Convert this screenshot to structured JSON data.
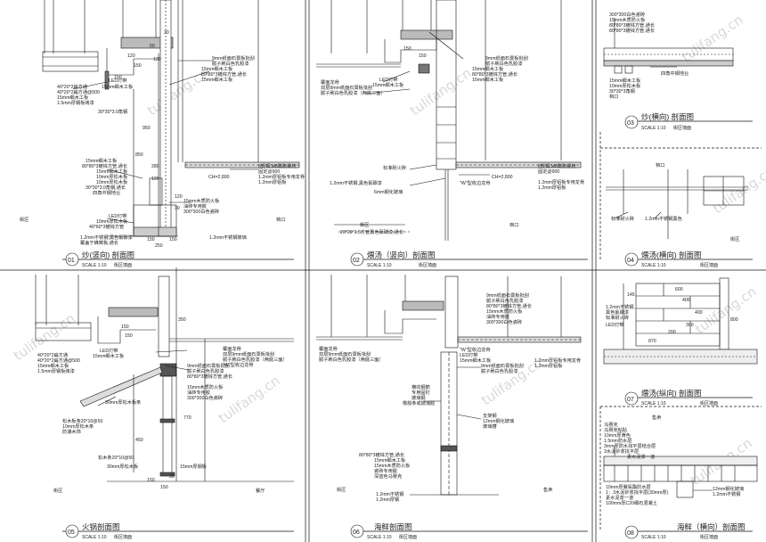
{
  "watermark": "tulifang.cn",
  "panels": [
    {
      "num": "01",
      "title": "炒(竖向) 剖面图",
      "scale": "SCALE 1:10",
      "zone": "街区墙面"
    },
    {
      "num": "02",
      "title": "煨汤（竖向）剖面图",
      "scale": "SCALE 1:10",
      "zone": "街区墙面"
    },
    {
      "num": "03",
      "title": "炒(横向) 剖面图",
      "scale": "SCALE 1:10",
      "zone": "街区墙面"
    },
    {
      "num": "04",
      "title": "煨汤(横向) 剖面图",
      "scale": "SCALE 1:10",
      "zone": "街区墙面"
    },
    {
      "num": "05",
      "title": "火锅剖面图",
      "scale": "SCALE 1:10",
      "zone": "街区墙面"
    },
    {
      "num": "06",
      "title": "海鲜剖面图",
      "scale": "SCALE 1:10",
      "zone": "街区墙面"
    },
    {
      "num": "07",
      "title": "煨汤(纵向) 剖面图",
      "scale": "SCALE 1:10",
      "zone": "街区墙面"
    },
    {
      "num": "08",
      "title": "海鲜（横向）剖面图",
      "scale": "SCALE 1:10",
      "zone": "街区墙面"
    }
  ],
  "p01": {
    "left_notes": [
      "40*20*2扁方通",
      "40*20*2扁方通@500",
      "15mm细木工板",
      "1.5mm厚钢板烤漆"
    ],
    "mid_notes": [
      "LED灯带",
      "15mm细木工板"
    ],
    "steel": "30*30*3.0角钢",
    "right_notes": [
      "9mm纸面石膏板批刮",
      "腻子刷白色乳胶漆",
      "15mm细木工板",
      "80*80*3镀锌方管,通长",
      "15mm细木工板"
    ],
    "lower_left": [
      "15mm细木工板",
      "80*80*3镀锌方管,通长",
      "15mm细木工板",
      "10mm厚松木板",
      "10mm厚松木板",
      "30*30*3.0角钢,通长",
      "四角中钢地台"
    ],
    "bottom_left": [
      "LED灯带",
      "10mm厚松木板",
      "40*60*3镀锌方管",
      "1.2mm不锈钢,黑色氟碳漆",
      "覆盖于蜂窝板,通长"
    ],
    "bottom_right": [
      "15mm木质防火板",
      "油砖专用胶",
      "300*300白色瓷砖",
      "1.2mm不锈钢玻璃"
    ],
    "ceiling": [
      "8轻钢,M8膨胀螺栓",
      "固定@900",
      "1.2mm厚铝板专用龙骨",
      "1.2mm厚铝板"
    ],
    "ch": "CH=2,800",
    "room_a": "街区",
    "room_b": "档口",
    "dims": [
      "120",
      "150",
      "30",
      "150",
      "50",
      "120",
      "850",
      "280",
      "120",
      "950",
      "120",
      "30",
      "150",
      "250",
      "150"
    ]
  },
  "p02": {
    "notes_top": [
      "9mm纸面石膏板批刮",
      "腻子刷白色乳胶漆",
      "15mm细木工板",
      "80*80*3镀锌方管,通长",
      "15mm细木工板"
    ],
    "left": [
      "覆面龙骨",
      "双层9mm纸面石膏板批刮",
      "腻子刷白色乳胶漆（两底三面）"
    ],
    "mid": [
      "LED灯带",
      "15mm细木工板"
    ],
    "fire": "标准耐火砖",
    "steel": [
      "1.2mm不锈钢,黑色氟碳漆",
      "6mm钢化玻璃"
    ],
    "wtype": "\"W\"型收边龙骨",
    "ch": "CH=2,800",
    "ceiling": [
      "8轻钢,M8膨胀螺栓",
      "固定@900",
      "1.2mm厚铝板专用龙骨",
      "1.2mm厚铝板"
    ],
    "bottom": "20*20*1.5方管黑色氟碳漆,通长",
    "room_a": "街区",
    "room_b": "档口",
    "dims": [
      "150",
      "150"
    ]
  },
  "p03": {
    "notes": [
      "300*300白色瓷砖",
      "15mm木质防火板",
      "80*80*3镀锌方管,通长",
      "80*80*3镀锌方管,通长",
      "15mm细木工板",
      "10mm厚松木板",
      "30*30*3角钢",
      "四角中钢地台"
    ],
    "room": "档口"
  },
  "p04": {
    "notes": [
      "标准耐火砖",
      "1.2mm不锈钢黑色"
    ],
    "room_a": "档口",
    "room_b": "街区"
  },
  "p05": {
    "left_notes": [
      "40*20*2扁方通",
      "40*20*2扁方通@500",
      "15mm细木工板",
      "1.5mm厚钢板烤漆"
    ],
    "mid": [
      "LED灯带",
      "15mm细木工板"
    ],
    "right": [
      "覆面龙骨",
      "双层9mm纸面石膏板批刮",
      "腻子刷白色乳胶漆（两底三面）",
      "\"W\"型收边龙骨"
    ],
    "mid_right": [
      "9mm纸面石膏板批刮",
      "腻子刷白色乳胶漆",
      "80*80*3镀锌方管,通长",
      "15mm木质防火板",
      "油砖专用胶",
      "300*300白色瓷砖"
    ],
    "left_lower": [
      "30mm厚松木板条",
      "松木板条20*10@50",
      "10mm厚松木条",
      "防潮木饰",
      "30mm厚松木板"
    ],
    "pine": "松木条20*10@50",
    "steel": "15mm厚钢板",
    "room_a": "街区",
    "room_b": "餐厅",
    "dims": [
      "150",
      "150",
      "350",
      "770",
      "450",
      "150",
      "30",
      "150"
    ]
  },
  "p06": {
    "ceiling": [
      "覆面龙骨",
      "双层9mm纸面石膏板批刮",
      "腻子刷白色乳胶漆（两底三面）"
    ],
    "right": [
      "9mm纸面石膏板批刮",
      "腻子刷白色乳胶漆",
      "80*80*3镀锌方管,通长",
      "15mm木质防火板",
      "油砖专用胶",
      "300*300白色瓷砖",
      "1.2mm厚铝板专用龙骨",
      "1.2mm厚铝板"
    ],
    "wtype": "\"W\"型收边龙骨",
    "mid": [
      "LED灯带",
      "15mm细木工板",
      "9mm纸面石膏板批刮",
      "腻子刷白色乳胶漆"
    ],
    "left": [
      "横向钢筋",
      "专用固钉",
      "玻璃钢",
      "橡胶条或玻璃胶"
    ],
    "glass": [
      "支架钢",
      "12mm钢化玻璃",
      "玻璃槽"
    ],
    "lower": [
      "80*80*3镀锌方管,通长",
      "15mm细木工板",
      "15mm木质防火板",
      "瓷砖专用胶",
      "深蓝色马赛克"
    ],
    "steel": [
      "1.2mm不锈钢",
      "1.2mm厚钢"
    ],
    "room_a": "街区",
    "room_b": "售卖"
  },
  "p07": {
    "notes": [
      "1.2mm不锈钢,",
      "黑色氟碳漆",
      "标准耐火砖",
      "LED灯带"
    ],
    "dims": [
      "600",
      "400",
      "145",
      "800",
      "870",
      "300",
      "200",
      "400"
    ]
  },
  "p08": {
    "notes": [
      "马赛克",
      "马赛克粘贴",
      "10mm厚黄色",
      "1.5mm防水层",
      "3mm厚防水找平层结合层",
      "3水泥砂浆找平层",
      "素水泥浆一道"
    ],
    "low": [
      "10mm厚聚氨酯防水层",
      "1：3水泥砂浆找平层(30mm厚)",
      "素水泥浆一道",
      "100mm厚C20细石混凝土",
      "12mm钢化玻璃",
      "1.2mm不锈钢"
    ],
    "room": "售卖"
  }
}
